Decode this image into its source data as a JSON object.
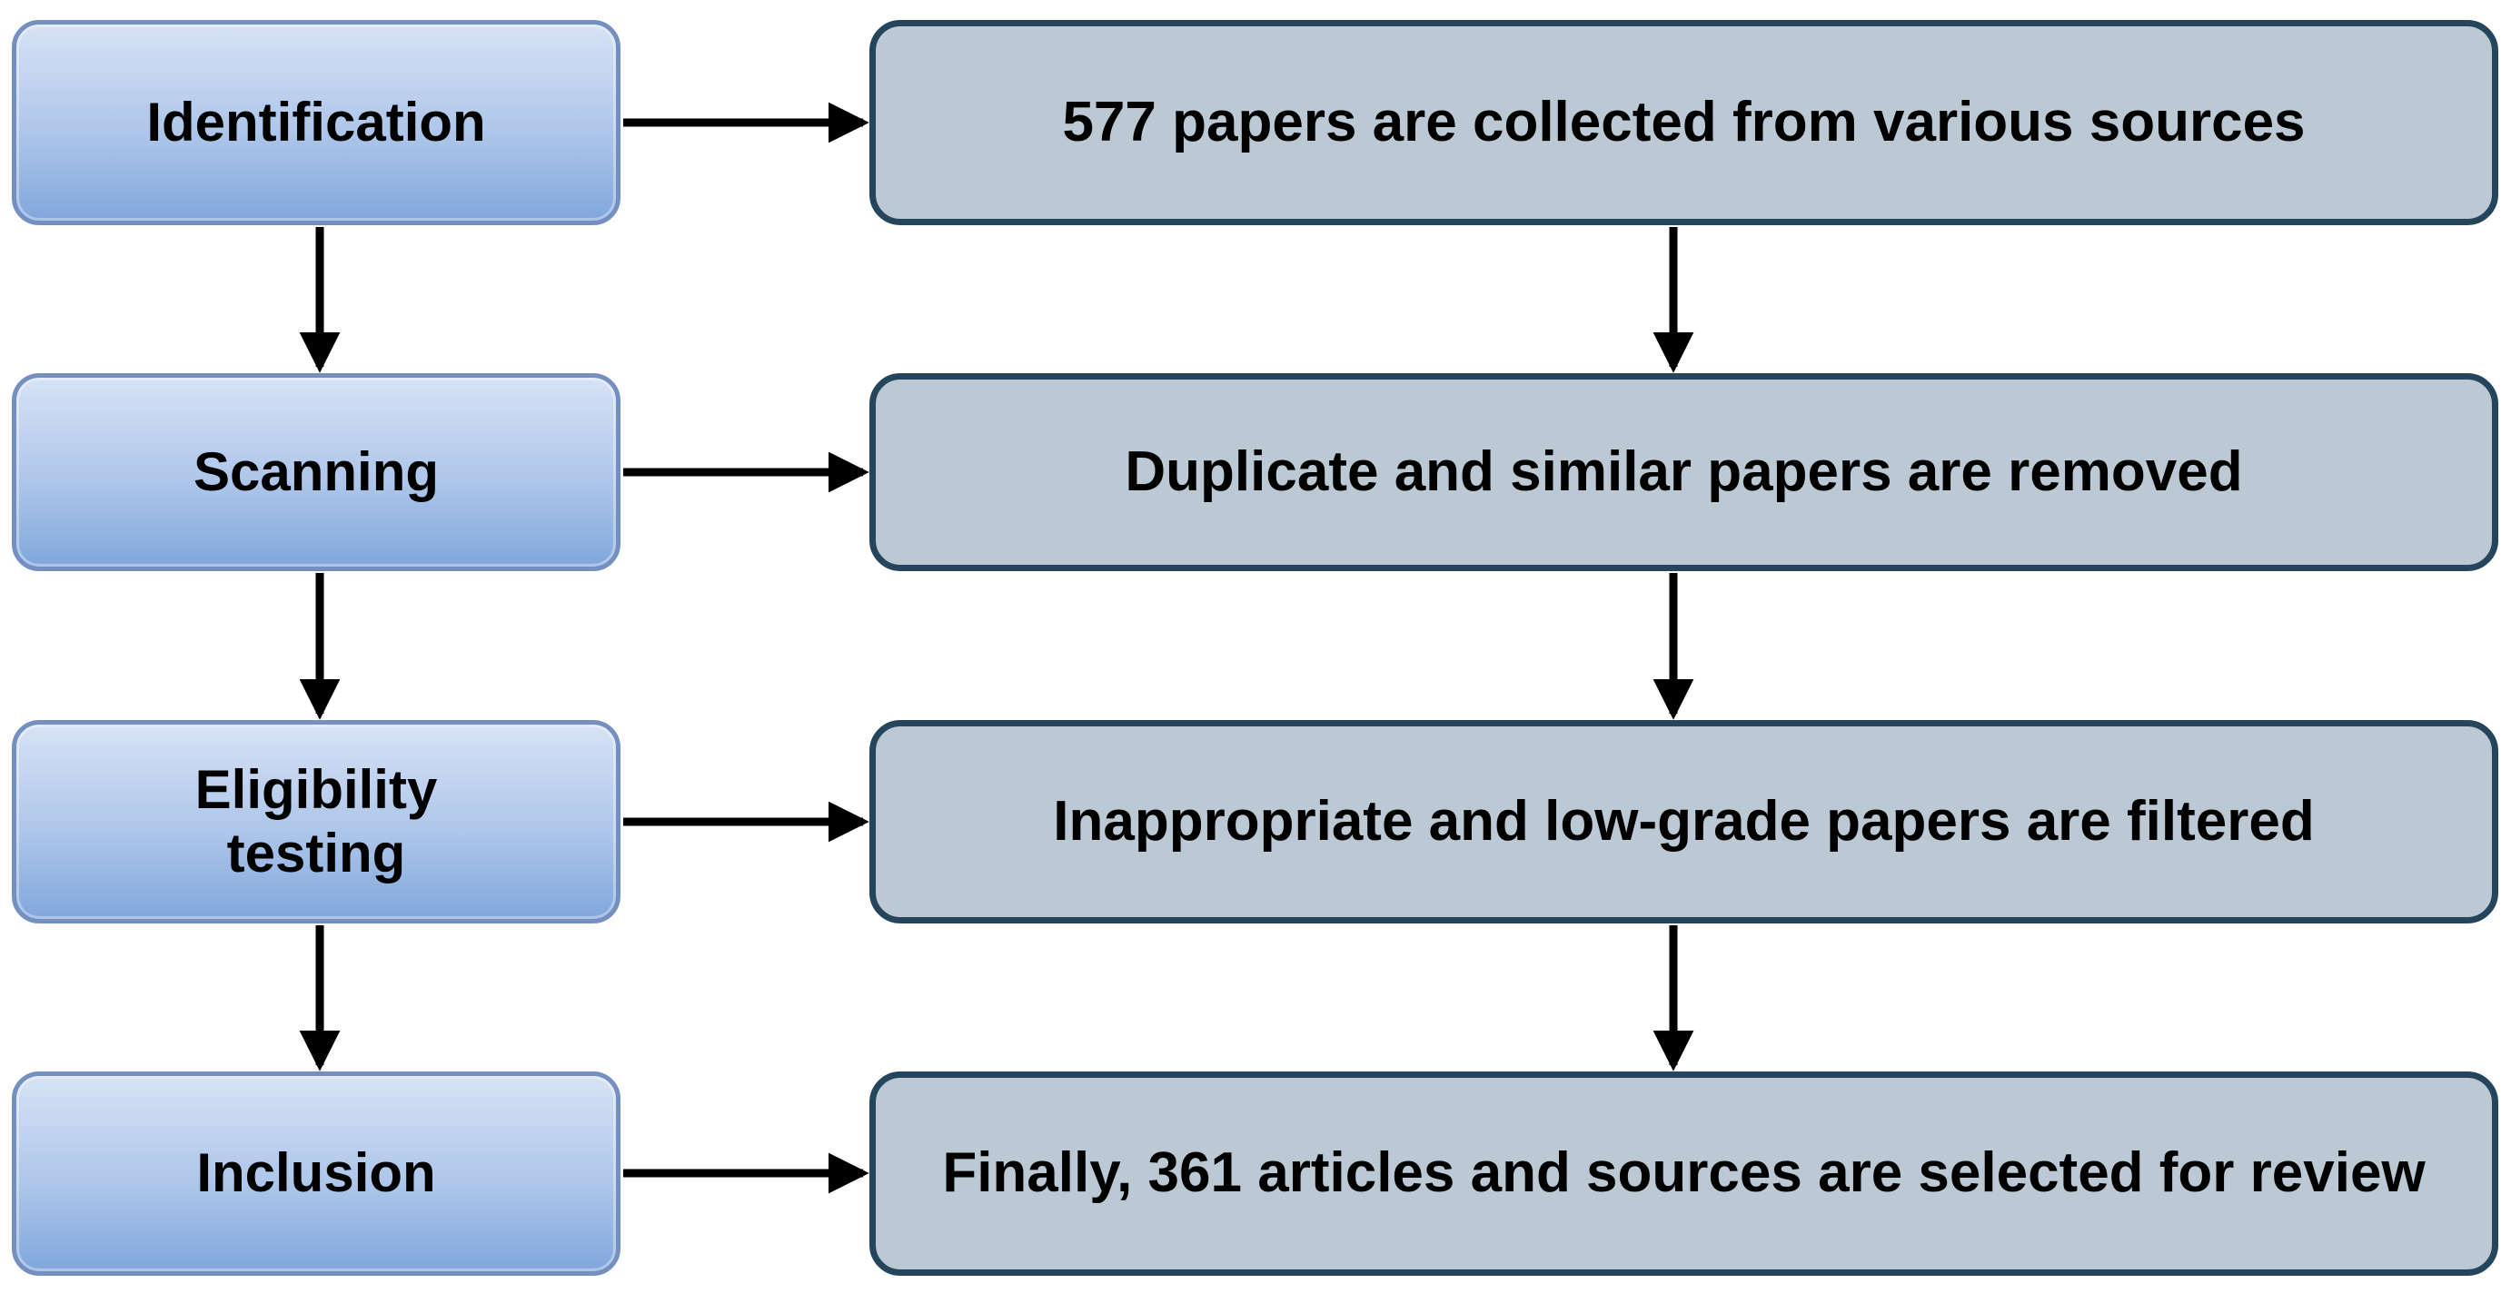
{
  "stages": [
    {
      "id": "identification",
      "label": "Identification",
      "description": "577 papers are collected from various sources"
    },
    {
      "id": "scanning",
      "label": "Scanning",
      "description": "Duplicate and similar papers are removed"
    },
    {
      "id": "eligibility-testing",
      "label": "Eligibility\ntesting",
      "description": "Inappropriate and low-grade papers are filtered"
    },
    {
      "id": "inclusion",
      "label": "Inclusion",
      "description": "Finally, 361 articles and sources are selected for review"
    }
  ],
  "colors": {
    "stage-fill-top": "#d7e2f5",
    "stage-fill-mid": "#aec6ea",
    "stage-fill-bottom": "#81a7dc",
    "stage-border": "#7590c0",
    "desc-fill": "#bcc9d4",
    "desc-border": "#24455c",
    "arrow-color": "#000000",
    "text-color": "#000000"
  }
}
